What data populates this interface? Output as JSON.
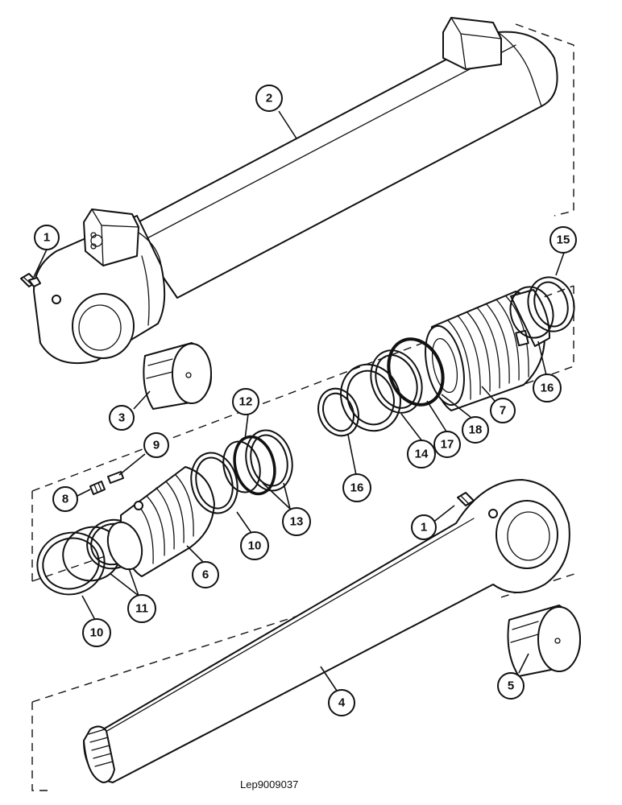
{
  "drawing_code": "Lep9009037",
  "callouts": [
    {
      "id": "c1a",
      "label": "1"
    },
    {
      "id": "c2",
      "label": "2"
    },
    {
      "id": "c3",
      "label": "3"
    },
    {
      "id": "c4",
      "label": "4"
    },
    {
      "id": "c5",
      "label": "5"
    },
    {
      "id": "c6",
      "label": "6"
    },
    {
      "id": "c7",
      "label": "7"
    },
    {
      "id": "c8",
      "label": "8"
    },
    {
      "id": "c9",
      "label": "9"
    },
    {
      "id": "c10a",
      "label": "10"
    },
    {
      "id": "c10b",
      "label": "10"
    },
    {
      "id": "c11",
      "label": "11"
    },
    {
      "id": "c12",
      "label": "12"
    },
    {
      "id": "c13",
      "label": "13"
    },
    {
      "id": "c14",
      "label": "14"
    },
    {
      "id": "c15",
      "label": "15"
    },
    {
      "id": "c16a",
      "label": "16"
    },
    {
      "id": "c16b",
      "label": "16"
    },
    {
      "id": "c17",
      "label": "17"
    },
    {
      "id": "c18",
      "label": "18"
    },
    {
      "id": "c1b",
      "label": "1"
    }
  ]
}
